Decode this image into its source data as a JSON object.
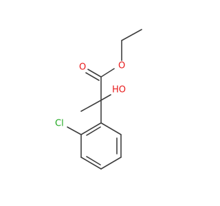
{
  "molecule": {
    "atoms": {
      "oxygen_carbonyl": {
        "label": "O",
        "color": "#e8191a"
      },
      "oxygen_ester": {
        "label": "O",
        "color": "#e8191a"
      },
      "hydroxyl": {
        "label": "HO",
        "color": "#e8191a"
      },
      "chlorine": {
        "label": "Cl",
        "color": "#1fa81f"
      }
    },
    "bond_color": "#3d3d3d"
  }
}
